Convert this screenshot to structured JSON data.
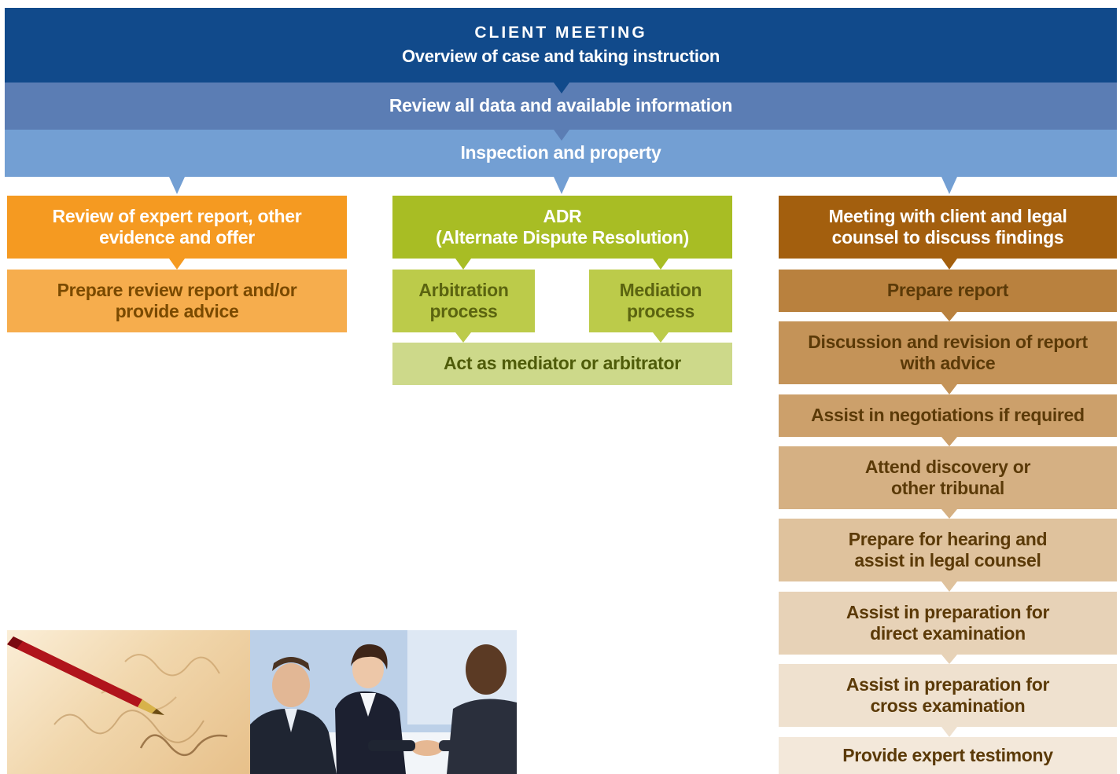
{
  "header": {
    "line1": "CLIENT MEETING",
    "line2": "Overview of case and taking instruction",
    "review": "Review all data and available information",
    "inspection": "Inspection and property"
  },
  "left": {
    "box1": [
      "Review of expert report, other",
      "evidence and offer"
    ],
    "box2": [
      "Prepare review report and/or",
      "provide advice"
    ]
  },
  "middle": {
    "adr": [
      "ADR",
      "(Alternate Dispute Resolution)"
    ],
    "arbitration": [
      "Arbitration",
      "process"
    ],
    "mediation": [
      "Mediation",
      "process"
    ],
    "act": "Act as mediator or arbitrator"
  },
  "right": {
    "meeting": [
      "Meeting with client and legal",
      "counsel to discuss findings"
    ],
    "prepare_report": "Prepare report",
    "discussion": [
      "Discussion and revision of report",
      "with advice"
    ],
    "negotiations": "Assist in negotiations if required",
    "discovery": [
      "Attend discovery or",
      "other tribunal"
    ],
    "hearing": [
      "Prepare for hearing and",
      "assist in legal counsel"
    ],
    "direct": [
      "Assist in preparation for",
      "direct examination"
    ],
    "cross": [
      "Assist in preparation for",
      "cross examination"
    ],
    "testimony": "Provide expert testimony"
  },
  "colors": {
    "header_dark": "#114a8b",
    "header_mid": "#5b7db4",
    "header_light": "#739fd3",
    "orange": "#f59a21",
    "green": "#a8bd24",
    "brown": "#a35f0e"
  }
}
